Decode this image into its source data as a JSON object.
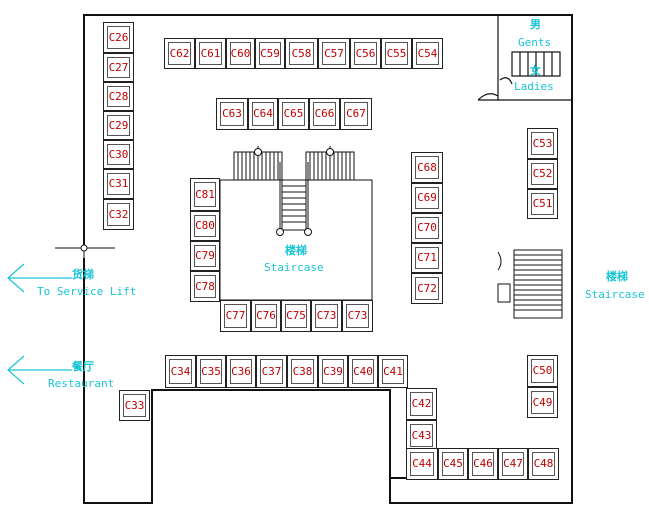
{
  "stalls": {
    "left_column": [
      "C26",
      "C27",
      "C28",
      "C29",
      "C30",
      "C31",
      "C32"
    ],
    "top_row": [
      "C62",
      "C61",
      "C60",
      "C59",
      "C58",
      "C57",
      "C56",
      "C55",
      "C54"
    ],
    "inner_top_row": [
      "C63",
      "C64",
      "C65",
      "C66",
      "C67"
    ],
    "stair_left_column": [
      "C81",
      "C80",
      "C79",
      "C78"
    ],
    "stair_bottom_row": [
      "C77",
      "C76",
      "C75",
      "C73",
      "C73"
    ],
    "center_right_column": [
      "C68",
      "C69",
      "C70",
      "C71",
      "C72"
    ],
    "right_column_upper": [
      "C53",
      "C52",
      "C51"
    ],
    "right_column_lower": [
      "C50",
      "C49"
    ],
    "lower_row": [
      "C34",
      "C35",
      "C36",
      "C37",
      "C38",
      "C39",
      "C40",
      "C41"
    ],
    "lower_right_column": [
      "C42",
      "C43"
    ],
    "bottom_row": [
      "C44",
      "C45",
      "C46",
      "C47",
      "C48"
    ],
    "single": "C33"
  },
  "labels": {
    "gents_cn": "男",
    "gents_en": "Gents",
    "ladies_cn": "女",
    "ladies_en": "Ladies",
    "staircase_center_cn": "楼梯",
    "staircase_center_en": "Staircase",
    "staircase_right_cn": "楼梯",
    "staircase_right_en": "Staircase",
    "service_lift_cn": "货梯",
    "service_lift_en": "To Service Lift",
    "restaurant_cn": "餐厅",
    "restaurant_en": "Restaurant"
  },
  "colors": {
    "stall_text": "#c00000",
    "annotation": "#19c4d6",
    "walls": "#111111"
  }
}
